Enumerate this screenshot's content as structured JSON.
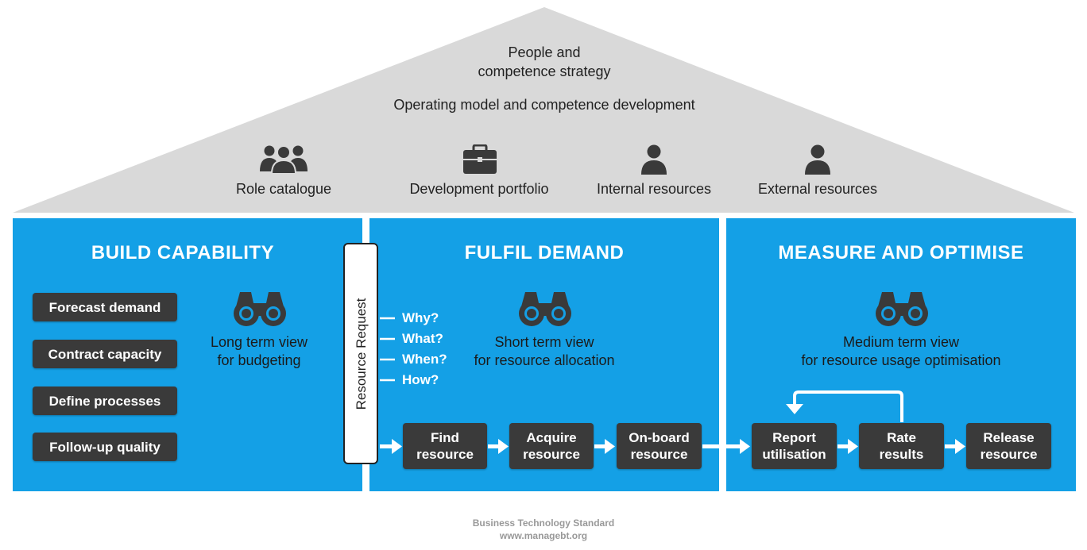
{
  "roof": {
    "strategy_line1": "People and",
    "strategy_line2": "competence strategy",
    "operating_model": "Operating model and competence development",
    "items": [
      {
        "label": "Role catalogue",
        "icon": "group-icon"
      },
      {
        "label": "Development portfolio",
        "icon": "briefcase-icon"
      },
      {
        "label": "Internal resources",
        "icon": "person-icon"
      },
      {
        "label": "External resources",
        "icon": "person-icon"
      }
    ]
  },
  "build": {
    "title": "BUILD CAPABILITY",
    "buttons": [
      "Forecast demand",
      "Contract capacity",
      "Define processes",
      "Follow-up quality"
    ],
    "view_line1": "Long term view",
    "view_line2": "for budgeting"
  },
  "request": {
    "label": "Resource Request",
    "questions": [
      "Why?",
      "What?",
      "When?",
      "How?"
    ]
  },
  "fulfil": {
    "title": "FULFIL DEMAND",
    "view_line1": "Short term view",
    "view_line2": "for resource allocation",
    "steps": [
      {
        "line1": "Find",
        "line2": "resource"
      },
      {
        "line1": "Acquire",
        "line2": "resource"
      },
      {
        "line1": "On-board",
        "line2": "resource"
      }
    ]
  },
  "measure": {
    "title": "MEASURE AND OPTIMISE",
    "view_line1": "Medium term view",
    "view_line2": "for resource usage optimisation",
    "steps": [
      {
        "line1": "Report",
        "line2": "utilisation"
      },
      {
        "line1": "Rate",
        "line2": "results"
      },
      {
        "line1": "Release",
        "line2": "resource"
      }
    ]
  },
  "footer": {
    "line1": "Business Technology Standard",
    "line2": "www.managebt.org"
  },
  "colors": {
    "panel_blue": "#14a0e6",
    "roof_gray": "#d9d9d9",
    "dark_box": "#3a3a3a"
  }
}
